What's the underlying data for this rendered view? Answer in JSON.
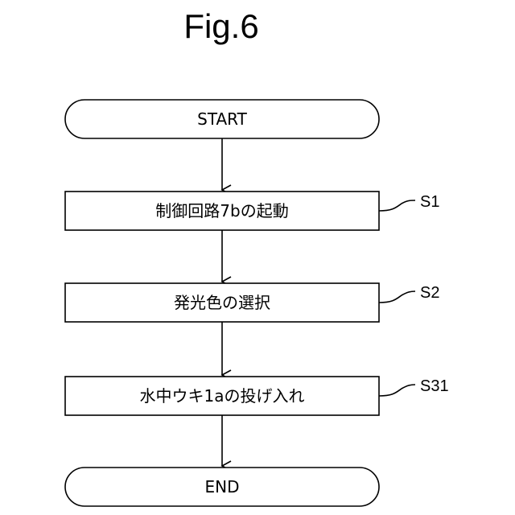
{
  "figure": {
    "title": "Fig.6"
  },
  "nodes": {
    "start": "START",
    "s1": "制御回路7bの起動",
    "s2": "発光色の選択",
    "s31": "水中ウキ1aの投げ入れ",
    "end": "END"
  },
  "step_labels": {
    "s1": "S1",
    "s2": "S2",
    "s31": "S31"
  }
}
